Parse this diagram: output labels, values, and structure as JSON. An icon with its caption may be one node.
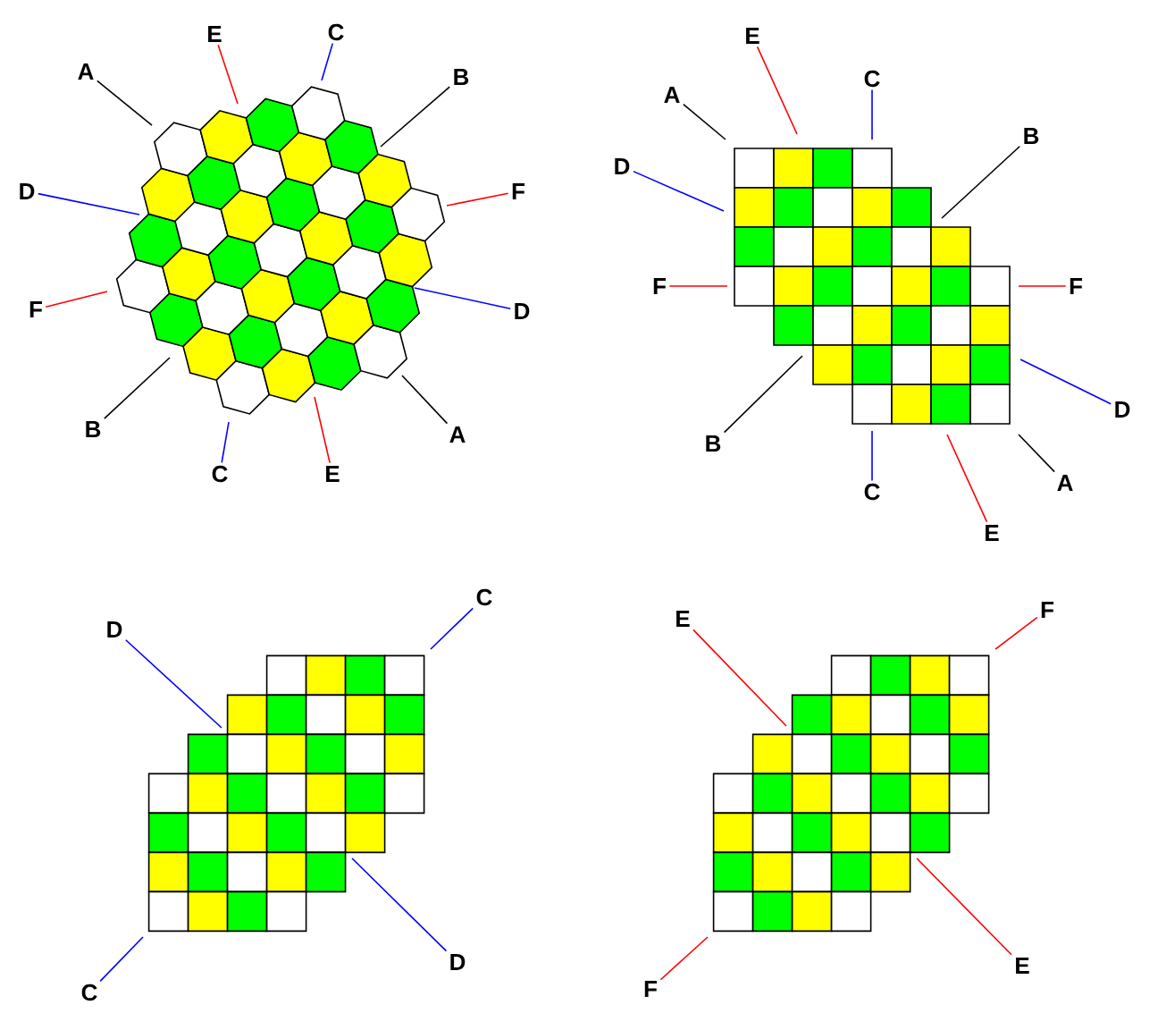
{
  "diagram": {
    "nodes": [
      {
        "text": [
          "E"
        ]
      },
      {
        "text": [
          "C"
        ]
      },
      {
        "text": [
          "A"
        ]
      },
      {
        "text": [
          "B"
        ]
      },
      {
        "text": [
          "D"
        ]
      },
      {
        "text": [
          "F"
        ]
      },
      {
        "text": [
          "F"
        ]
      },
      {
        "text": [
          "D"
        ]
      },
      {
        "text": [
          "B"
        ]
      },
      {
        "text": [
          "A"
        ]
      },
      {
        "text": [
          "C"
        ]
      },
      {
        "text": [
          "E"
        ]
      },
      {
        "text": [
          "E"
        ]
      },
      {
        "text": [
          "C"
        ]
      },
      {
        "text": [
          "A"
        ]
      },
      {
        "text": [
          "B"
        ]
      },
      {
        "text": [
          "D"
        ]
      },
      {
        "text": [
          "F"
        ]
      },
      {
        "text": [
          "F"
        ]
      },
      {
        "text": [
          "D"
        ]
      },
      {
        "text": [
          "B"
        ]
      },
      {
        "text": [
          "A"
        ]
      },
      {
        "text": [
          "C"
        ]
      },
      {
        "text": [
          "E"
        ]
      },
      {
        "text": [
          "C"
        ]
      },
      {
        "text": [
          "D"
        ]
      },
      {
        "text": [
          "D"
        ]
      },
      {
        "text": [
          "C"
        ]
      },
      {
        "text": [
          "F"
        ]
      },
      {
        "text": [
          "E"
        ]
      },
      {
        "text": [
          "E"
        ]
      },
      {
        "text": [
          "F"
        ]
      }
    ],
    "edges": [
      {
        "from": 0,
        "to": null,
        "arrow": "none",
        "color": "#ff0000"
      },
      {
        "from": 1,
        "to": null,
        "arrow": "none",
        "color": "#0000ff"
      },
      {
        "from": 2,
        "to": null,
        "arrow": "none",
        "color": "#000000"
      },
      {
        "from": 3,
        "to": null,
        "arrow": "none",
        "color": "#000000"
      },
      {
        "from": 4,
        "to": null,
        "arrow": "none",
        "color": "#0000ff"
      },
      {
        "from": 5,
        "to": null,
        "arrow": "none",
        "color": "#ff0000"
      },
      {
        "from": 6,
        "to": null,
        "arrow": "none",
        "color": "#ff0000"
      },
      {
        "from": 7,
        "to": null,
        "arrow": "none",
        "color": "#0000ff"
      },
      {
        "from": 8,
        "to": null,
        "arrow": "none",
        "color": "#000000"
      },
      {
        "from": 9,
        "to": null,
        "arrow": "none",
        "color": "#000000"
      },
      {
        "from": 10,
        "to": null,
        "arrow": "none",
        "color": "#0000ff"
      },
      {
        "from": 11,
        "to": null,
        "arrow": "none",
        "color": "#ff0000"
      },
      {
        "from": 12,
        "to": null,
        "arrow": "none",
        "color": "#ff0000"
      },
      {
        "from": 13,
        "to": null,
        "arrow": "none",
        "color": "#0000ff"
      },
      {
        "from": 14,
        "to": null,
        "arrow": "none",
        "color": "#000000"
      },
      {
        "from": 15,
        "to": null,
        "arrow": "none",
        "color": "#000000"
      },
      {
        "from": 16,
        "to": null,
        "arrow": "none",
        "color": "#0000ff"
      },
      {
        "from": 17,
        "to": null,
        "arrow": "none",
        "color": "#ff0000"
      },
      {
        "from": 18,
        "to": null,
        "arrow": "none",
        "color": "#ff0000"
      },
      {
        "from": 19,
        "to": null,
        "arrow": "none",
        "color": "#0000ff"
      },
      {
        "from": 20,
        "to": null,
        "arrow": "none",
        "color": "#000000"
      },
      {
        "from": 21,
        "to": null,
        "arrow": "none",
        "color": "#000000"
      },
      {
        "from": 22,
        "to": null,
        "arrow": "none",
        "color": "#0000ff"
      },
      {
        "from": 23,
        "to": null,
        "arrow": "none",
        "color": "#ff0000"
      },
      {
        "from": 24,
        "to": null,
        "arrow": "none",
        "color": "#0000ff"
      },
      {
        "from": 25,
        "to": null,
        "arrow": "none",
        "color": "#0000ff"
      },
      {
        "from": 26,
        "to": null,
        "arrow": "none",
        "color": "#0000ff"
      },
      {
        "from": 27,
        "to": null,
        "arrow": "none",
        "color": "#0000ff"
      },
      {
        "from": 28,
        "to": null,
        "arrow": "none",
        "color": "#ff0000"
      },
      {
        "from": 29,
        "to": null,
        "arrow": "none",
        "color": "#ff0000"
      },
      {
        "from": 30,
        "to": null,
        "arrow": "none",
        "color": "#ff0000"
      },
      {
        "from": 31,
        "to": null,
        "arrow": "none",
        "color": "#ff0000"
      }
    ]
  }
}
